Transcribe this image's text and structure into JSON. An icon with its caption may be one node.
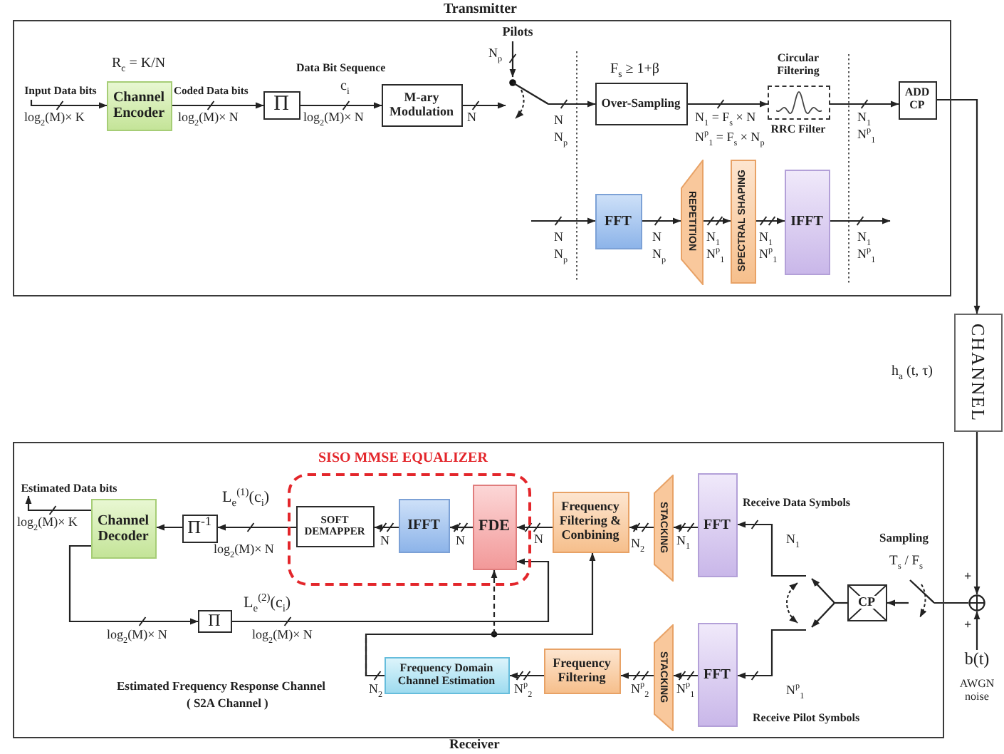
{
  "diagram": {
    "nodes": [
      {
        "text": [
          "Transmitter"
        ]
      },
      {
        "text": [
          "Channel Encoder"
        ],
        "in": 0,
        "beside": [
          "R$_{c}$ = K/N"
        ]
      },
      {
        "text": [
          "Π"
        ],
        "in": 0
      },
      {
        "text": [
          "M-ary Modulation"
        ],
        "in": 0
      },
      {
        "text": [
          "Pilots"
        ],
        "in": 0
      },
      {
        "text": [],
        "shape": "switch",
        "in": 0
      },
      {
        "text": [
          "Over-Sampling"
        ],
        "in": 0,
        "beside": [
          "F$_{s}$ ≥ 1+β"
        ]
      },
      {
        "text": [
          "Circular Filtering"
        ],
        "in": 0,
        "beside": [
          "RRC Filter"
        ]
      },
      {
        "text": [
          "ADD CP"
        ],
        "in": 0
      },
      {
        "text": [
          "FFT"
        ],
        "in": 0
      },
      {
        "text": [
          "REPETITION"
        ],
        "in": 0
      },
      {
        "text": [
          "SPECTRAL SHAPING"
        ],
        "in": 0
      },
      {
        "text": [
          "IFFT"
        ],
        "in": 0
      },
      {
        "text": [
          "CHANNEL"
        ]
      },
      {
        "text": [],
        "shape": "circle"
      },
      {
        "text": [
          "b(t)",
          "AWGN noise"
        ]
      },
      {
        "text": [
          "Receiver"
        ]
      },
      {
        "text": [],
        "shape": "switch",
        "in": 16,
        "beside": [
          "Sampling",
          "T$_{s}$ / F$_{s}$"
        ]
      },
      {
        "text": [
          "CP"
        ],
        "in": 16
      },
      {
        "text": [],
        "shape": "fork",
        "in": 16
      },
      {
        "text": [
          "FFT"
        ],
        "in": 16,
        "beside": [
          "Receive Data Symbols"
        ]
      },
      {
        "text": [
          "STACKING"
        ],
        "in": 16
      },
      {
        "text": [
          "Frequency Filtering & Conbining"
        ],
        "in": 16
      },
      {
        "text": [
          "SISO MMSE EQUALIZER"
        ],
        "in": 16
      },
      {
        "text": [
          "FDE"
        ],
        "in": 23
      },
      {
        "text": [
          "IFFT"
        ],
        "in": 23
      },
      {
        "text": [
          "SOFT DEMAPPER"
        ],
        "in": 23
      },
      {
        "text": [
          "Π$^{-1}$"
        ],
        "in": 16
      },
      {
        "text": [
          "Channel Decoder"
        ],
        "in": 16
      },
      {
        "text": [
          "Π"
        ],
        "in": 16
      },
      {
        "text": [
          "FFT"
        ],
        "in": 16,
        "beside": [
          "Receive Pilot Symbols"
        ]
      },
      {
        "text": [
          "STACKING"
        ],
        "in": 16
      },
      {
        "text": [
          "Frequency Filtering"
        ],
        "in": 16
      },
      {
        "text": [
          "Frequency Domain Channel Estimation"
        ],
        "in": 16
      },
      {
        "text": [
          "Input Data bits"
        ],
        "in": 0
      },
      {
        "text": [
          "Estimated Data bits"
        ],
        "in": 16
      }
    ],
    "edges": [
      {
        "from": 34,
        "to": 1,
        "arrow": "to",
        "label": "log$_{2}$(M)× K"
      },
      {
        "from": 1,
        "to": 2,
        "arrow": "to",
        "label": "log$_{2}$(M)× N"
      },
      {
        "from": 2,
        "to": 3,
        "arrow": "to",
        "label": "log$_{2}$(M)× N"
      },
      {
        "from": 3,
        "to": 5,
        "arrow": "to",
        "label": "N"
      },
      {
        "from": 4,
        "to": 5,
        "arrow": "to",
        "label": "N$_{p}$"
      },
      {
        "from": 5,
        "to": 6,
        "arrow": "to",
        "label": "N N$_{p}$"
      },
      {
        "from": 6,
        "to": 7,
        "arrow": "to"
      },
      {
        "from": 7,
        "to": 8,
        "arrow": "to",
        "label": "N$_{1}$ N$^{p}$$_{1}$"
      },
      {
        "from": null,
        "to": 9,
        "arrow": "to",
        "label": "N N$_{p}$"
      },
      {
        "from": 9,
        "to": 10,
        "arrow": "to",
        "label": "N N$_{p}$"
      },
      {
        "from": 10,
        "to": 11,
        "arrow": "to",
        "label": "N$_{1}$ N$^{p}$$_{1}$"
      },
      {
        "from": 11,
        "to": 12,
        "arrow": "to",
        "label": "N$_{1}$ N$^{p}$$_{1}$"
      },
      {
        "from": 12,
        "to": null,
        "arrow": "to",
        "label": "N$_{1}$ N$^{p}$$_{1}$"
      },
      {
        "from": 8,
        "to": 13,
        "arrow": "to"
      },
      {
        "from": 13,
        "to": 14,
        "arrow": "to"
      },
      {
        "from": 15,
        "to": 14,
        "arrow": "to"
      },
      {
        "from": 14,
        "to": 17,
        "arrow": "none"
      },
      {
        "from": 17,
        "to": 18,
        "arrow": "to"
      },
      {
        "from": 18,
        "to": 19,
        "arrow": "none"
      },
      {
        "from": 19,
        "to": 20,
        "arrow": "to",
        "label": "N$_{1}$"
      },
      {
        "from": 19,
        "to": 30,
        "arrow": "to",
        "label": "N$^{p}$$_{1}$"
      },
      {
        "from": 20,
        "to": 21,
        "arrow": "to",
        "label": "N$_{1}$"
      },
      {
        "from": 21,
        "to": 22,
        "arrow": "to",
        "label": "N$_{2}$"
      },
      {
        "from": 22,
        "to": 24,
        "arrow": "to",
        "label": "N"
      },
      {
        "from": 24,
        "to": 25,
        "arrow": "to",
        "label": "N"
      },
      {
        "from": 25,
        "to": 26,
        "arrow": "to",
        "label": "N"
      },
      {
        "from": 26,
        "to": 27,
        "arrow": "to",
        "label": "log$_{2}$(M)× N"
      },
      {
        "from": 27,
        "to": 28,
        "arrow": "to"
      },
      {
        "from": 28,
        "to": 35,
        "arrow": "to",
        "label": "log$_{2}$(M)× K"
      },
      {
        "from": 28,
        "to": 29,
        "arrow": "to",
        "label": "log$_{2}$(M)× N"
      },
      {
        "from": 29,
        "to": 24,
        "arrow": "to",
        "label": "log$_{2}$(M)× N"
      },
      {
        "from": 30,
        "to": 31,
        "arrow": "to",
        "label": "N$^{p}$$_{1}$"
      },
      {
        "from": 31,
        "to": 32,
        "arrow": "to",
        "label": "N$^{p}$$_{2}$"
      },
      {
        "from": 32,
        "to": 33,
        "arrow": "to",
        "label": "N$^{p}$$_{2}$"
      },
      {
        "from": 33,
        "to": 22,
        "arrow": "to",
        "label": "N$_{2}$"
      },
      {
        "from": 33,
        "to": 24,
        "arrow": "to",
        "style": "dashed"
      }
    ],
    "labels": [
      "Data Bit Sequence",
      "Coded Data bits",
      "c$_{i}$",
      "N$_{1}$ = F$_{s}$ × N",
      "N$^{p}$$_{1}$ = F$_{s}$ × N$_{p}$",
      "h$_{a}$ (t, τ)",
      "L$_{e}$$^{(1)}$(c$_{i}$)",
      "+",
      "L$_{e}$$^{(2)}$(c$_{i}$)",
      "+",
      "Estimated Frequency Response Channel",
      "( S2A Channel )"
    ]
  }
}
